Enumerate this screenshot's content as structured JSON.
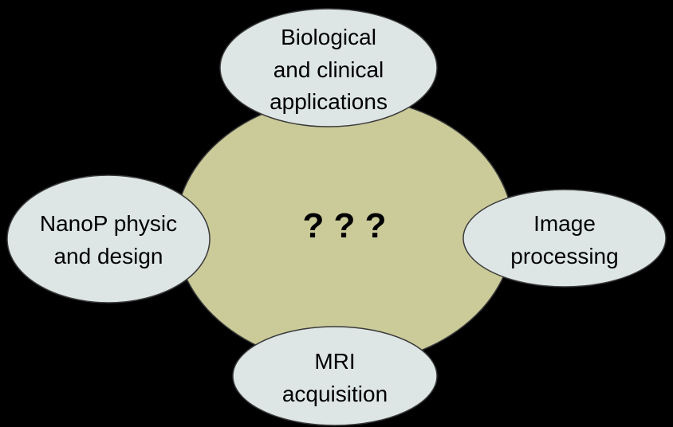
{
  "colors": {
    "background": "#000000",
    "center_fill": "#cbcb9a",
    "node_fill": "#dde5e5",
    "node_stroke": "#3a3a3a",
    "text": "#000000"
  },
  "center": {
    "label": "? ? ?"
  },
  "nodes": {
    "top": {
      "lines": [
        "Biological",
        "and clinical",
        "applications"
      ]
    },
    "left": {
      "lines": [
        "NanoP physic",
        "and design"
      ]
    },
    "right": {
      "lines": [
        "Image",
        "processing"
      ]
    },
    "bottom": {
      "lines": [
        "MRI",
        "acquisition"
      ]
    }
  }
}
